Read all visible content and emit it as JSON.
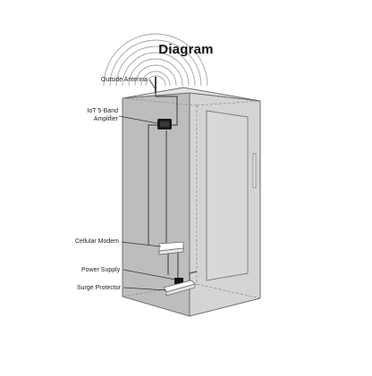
{
  "title": "Diagram",
  "labels": {
    "outside_antenna": "Outside Antenna",
    "amplifier_line1": "IoT 5-Band",
    "amplifier_line2": "Amplifier",
    "cellular_modem": "Cellular Modem",
    "power_supply": "Power Supply",
    "surge_protector": "Surge Protector"
  },
  "colors": {
    "cabinet_front": "#b9b9b9",
    "cabinet_side": "#d6d6d6",
    "cabinet_edge": "#7a7a7a",
    "cable": "#555555",
    "signal_waves": "#9a9a9a",
    "text": "#222222"
  }
}
